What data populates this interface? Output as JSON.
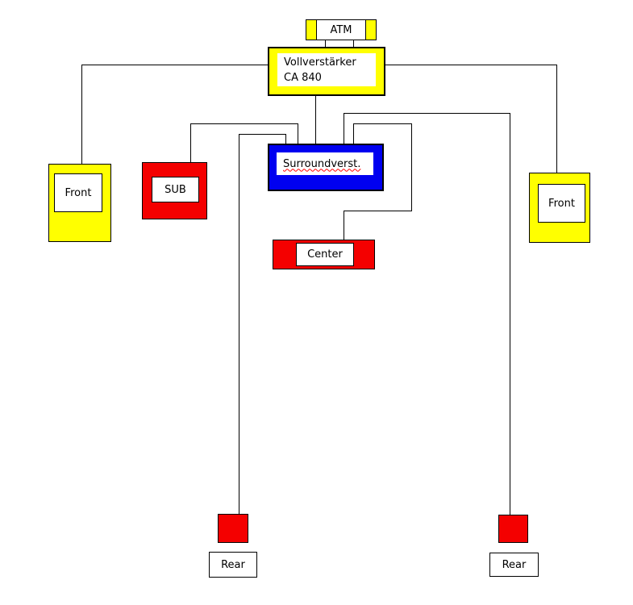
{
  "palette": {
    "yellow": "#ffff00",
    "red": "#f40000",
    "blue": "#0000f0",
    "wire": "#000000",
    "spellcheck_underline": "#ff0000",
    "background": "#ffffff",
    "text": "#000000"
  },
  "nodes": {
    "atm": {
      "label": "ATM",
      "color": "#ffff00"
    },
    "amplifier": {
      "line1": "Vollverstärker",
      "line2": "CA 840",
      "color": "#ffff00"
    },
    "surround": {
      "label": "Surroundverst.",
      "color": "#0000f0"
    },
    "front_left": {
      "label": "Front",
      "color": "#ffff00"
    },
    "sub": {
      "label": "SUB",
      "color": "#f40000"
    },
    "center": {
      "label": "Center",
      "color": "#f40000"
    },
    "front_right": {
      "label": "Front",
      "color": "#ffff00"
    },
    "rear_left": {
      "label": "Rear",
      "color": "#f40000"
    },
    "rear_right": {
      "label": "Rear",
      "color": "#f40000"
    }
  },
  "connections": [
    {
      "from": "atm",
      "to": "amplifier"
    },
    {
      "from": "amplifier",
      "to": "front_left"
    },
    {
      "from": "amplifier",
      "to": "front_right"
    },
    {
      "from": "amplifier",
      "to": "surround"
    },
    {
      "from": "surround",
      "to": "sub"
    },
    {
      "from": "surround",
      "to": "center"
    },
    {
      "from": "surround",
      "to": "rear_left"
    },
    {
      "from": "surround",
      "to": "rear_right"
    }
  ]
}
